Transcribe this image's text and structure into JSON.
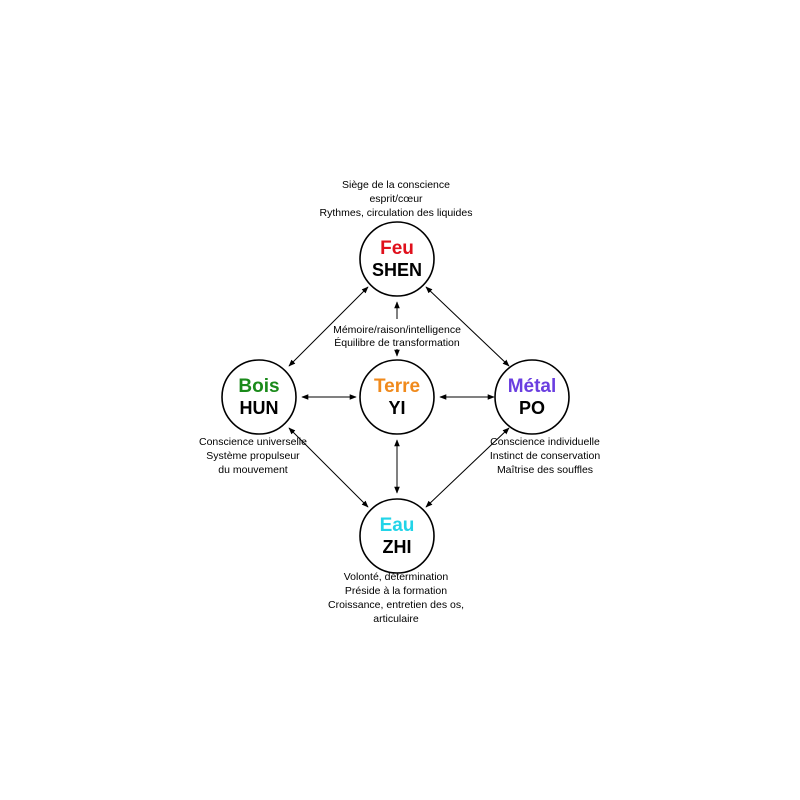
{
  "nodes": {
    "feu": {
      "element": "Feu",
      "spirit": "SHEN",
      "color": "#e0101c"
    },
    "bois": {
      "element": "Bois",
      "spirit": "HUN",
      "color": "#1a8a1a"
    },
    "terre": {
      "element": "Terre",
      "spirit": "YI",
      "color": "#f08a1c"
    },
    "metal": {
      "element": "Métal",
      "spirit": "PO",
      "color": "#6a3ee0"
    },
    "eau": {
      "element": "Eau",
      "spirit": "ZHI",
      "color": "#22d4e8"
    }
  },
  "notes": {
    "feu": [
      "Siège de la conscience",
      "esprit/cœur",
      "Rythmes, circulation des liquides"
    ],
    "terre": [
      "Mémoire/raison/intelligence",
      "Équilibre de transformation"
    ],
    "bois": [
      "Conscience universelle",
      "Système propulseur",
      "du mouvement"
    ],
    "metal": [
      "Conscience individuelle",
      "Instinct de conservation",
      "Maîtrise des souffles"
    ],
    "eau": [
      "Volonté, détermination",
      "Préside à la formation",
      "Croissance, entretien des os,",
      "articulaire"
    ]
  }
}
